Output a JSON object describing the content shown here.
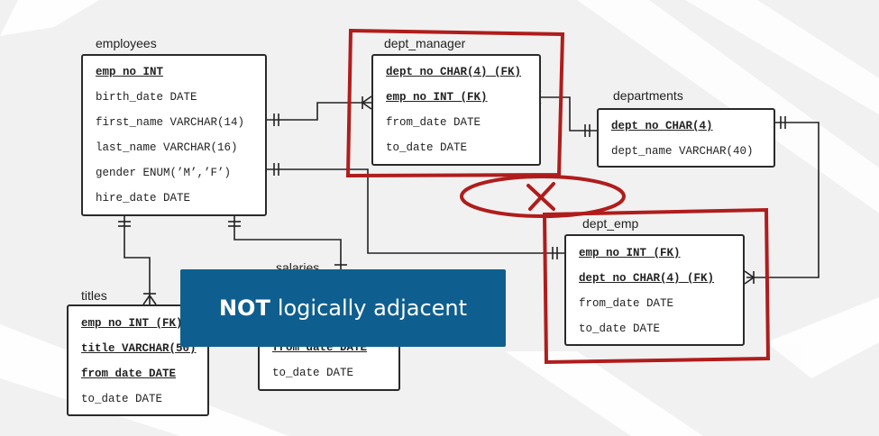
{
  "tables": {
    "employees": {
      "name": "employees",
      "rows": [
        "emp_no INT",
        "birth_date DATE",
        "first_name VARCHAR(14)",
        "last_name VARCHAR(16)",
        "gender ENUM(’M’,’F’)",
        "hire_date DATE"
      ]
    },
    "dept_manager": {
      "name": "dept_manager",
      "rows": [
        "dept_no CHAR(4)  (FK)",
        "emp_no INT  (FK)",
        "from_date DATE",
        "to_date DATE"
      ]
    },
    "departments": {
      "name": "departments",
      "rows": [
        "dept_no CHAR(4)",
        "dept_name VARCHAR(40)"
      ]
    },
    "dept_emp": {
      "name": "dept_emp",
      "rows": [
        "emp_no INT  (FK)",
        "dept_no CHAR(4)  (FK)",
        "from_date DATE",
        "to_date DATE"
      ]
    },
    "titles": {
      "name": "titles",
      "rows": [
        "emp_no INT  (FK)",
        "title VARCHAR(50)",
        "from_date DATE",
        "to_date DATE"
      ]
    },
    "salaries": {
      "name": "salaries",
      "rows": [
        "from_date DATE",
        "to_date DATE"
      ]
    }
  },
  "banner": {
    "bold": "NOT",
    "text": "logically adjacent"
  },
  "colors": {
    "highlight": "#b01c1c",
    "banner_bg": "#0e5f8f",
    "background": "#f1f1f1"
  }
}
